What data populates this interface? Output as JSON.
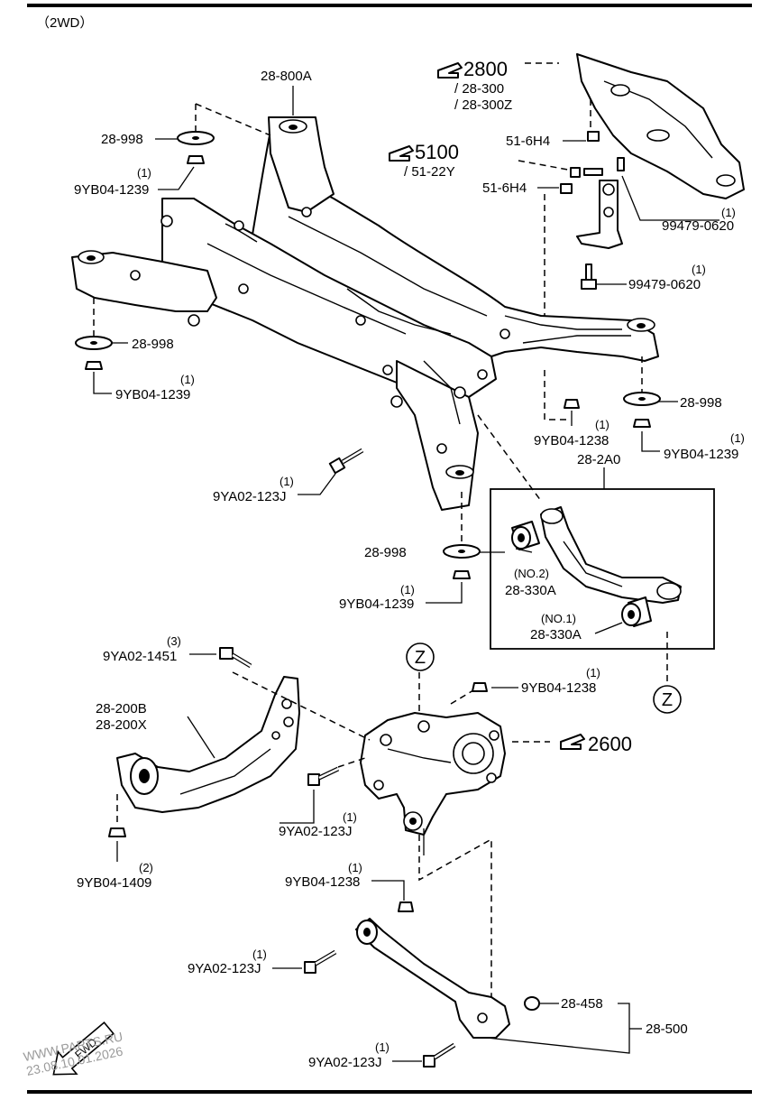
{
  "diagram": {
    "title": "（2WD）",
    "refs": [
      {
        "id": "ref-2800",
        "code": "2800",
        "sub1": "/ 28-300",
        "sub2": "/ 28-300Z"
      },
      {
        "id": "ref-5100",
        "code": "5100",
        "sub1": "/ 51-22Y"
      },
      {
        "id": "ref-2600",
        "code": "2600"
      }
    ],
    "callouts": [
      {
        "id": "c1",
        "code": "28-800A",
        "qty": ""
      },
      {
        "id": "c2",
        "code": "28-998",
        "qty": ""
      },
      {
        "id": "c3",
        "code": "9YB04-1239",
        "qty": "(1)"
      },
      {
        "id": "c4",
        "code": "51-6H4",
        "qty": ""
      },
      {
        "id": "c5",
        "code": "51-6H4",
        "qty": ""
      },
      {
        "id": "c6",
        "code": "99479-0620",
        "qty": "(1)"
      },
      {
        "id": "c7",
        "code": "99479-0620",
        "qty": "(1)"
      },
      {
        "id": "c8",
        "code": "28-998",
        "qty": ""
      },
      {
        "id": "c9",
        "code": "9YB04-1239",
        "qty": "(1)"
      },
      {
        "id": "c10",
        "code": "28-998",
        "qty": ""
      },
      {
        "id": "c11",
        "code": "9YB04-1238",
        "qty": "(1)"
      },
      {
        "id": "c12",
        "code": "9YB04-1239",
        "qty": "(1)"
      },
      {
        "id": "c13",
        "code": "9YA02-123J",
        "qty": "(1)"
      },
      {
        "id": "c14",
        "code": "28-2A0",
        "qty": ""
      },
      {
        "id": "c15",
        "code": "28-998",
        "qty": ""
      },
      {
        "id": "c16",
        "code": "9YB04-1239",
        "qty": "(1)"
      },
      {
        "id": "c17",
        "code": "28-330A",
        "qty": "(NO.2)"
      },
      {
        "id": "c18",
        "code": "28-330A",
        "qty": "(NO.1)"
      },
      {
        "id": "c19",
        "code": "9YA02-1451",
        "qty": "(3)"
      },
      {
        "id": "c20",
        "code": "9YB04-1238",
        "qty": "(1)"
      },
      {
        "id": "c21",
        "code": "28-200B",
        "qty": ""
      },
      {
        "id": "c22",
        "code": "28-200X",
        "qty": ""
      },
      {
        "id": "c23",
        "code": "9YA02-123J",
        "qty": "(1)"
      },
      {
        "id": "c24",
        "code": "9YB04-1409",
        "qty": "(2)"
      },
      {
        "id": "c25",
        "code": "9YB04-1238",
        "qty": "(1)"
      },
      {
        "id": "c26",
        "code": "9YA02-123J",
        "qty": "(1)"
      },
      {
        "id": "c27",
        "code": "28-458",
        "qty": ""
      },
      {
        "id": "c28",
        "code": "28-500",
        "qty": ""
      },
      {
        "id": "c29",
        "code": "9YA02-123J",
        "qty": "(1)"
      }
    ],
    "markers": {
      "z1": "Z",
      "z2": "Z"
    },
    "direction": "FWD",
    "watermark": {
      "line1": "WWW.PARTS.RU",
      "line2": "23.08.10.01.2026"
    }
  }
}
